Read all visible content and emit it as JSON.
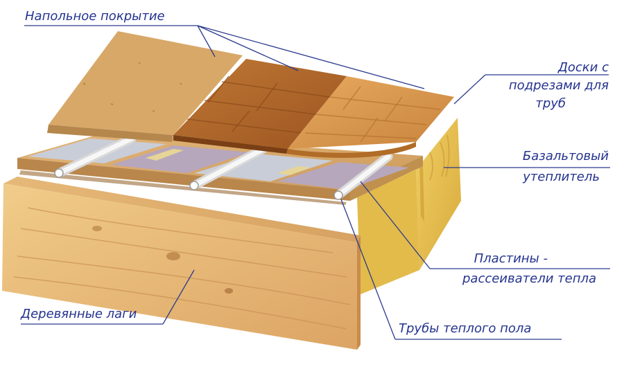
{
  "labels": {
    "floor_covering": "Напольное покрытие",
    "grooved_boards_1": "Доски с",
    "grooved_boards_2": "подрезами для",
    "grooved_boards_3": "труб",
    "basalt_1": "Базальтовый",
    "basalt_2": "утеплитель",
    "plates_1": "Пластины -",
    "plates_2": "рассеиватели тепла",
    "wood_joists": "Деревянные лаги",
    "pipes": "Трубы теплого пола"
  },
  "colors": {
    "label_text": "#24338f",
    "leader_line": "#2a3a8c",
    "joist_wood": "#e8b86d",
    "insulation": "#e5c04f",
    "particle_board": "#d8a868",
    "heat_plates": "#c9cdd8",
    "pipes": "#f2f2f2",
    "parquet_dark": "#b56a2a",
    "parquet_light": "#d99a4f"
  }
}
